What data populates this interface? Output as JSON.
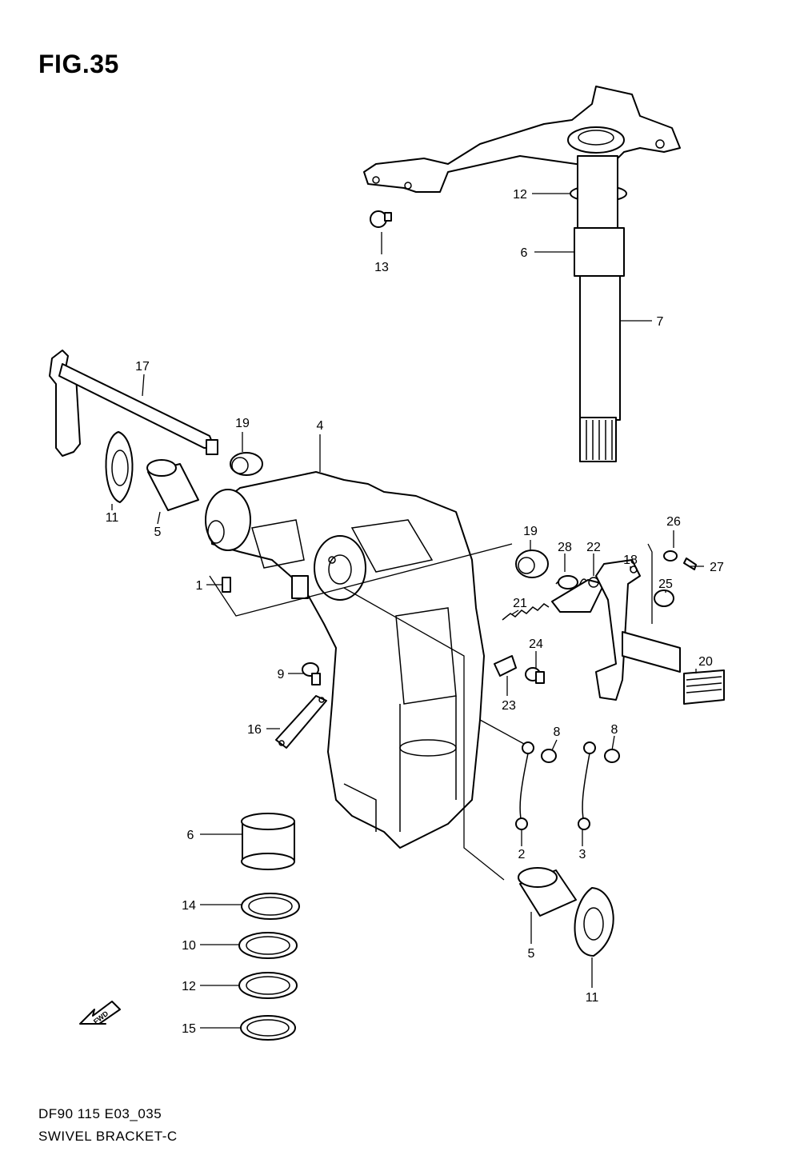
{
  "figure": {
    "title": "FIG.35"
  },
  "footer": {
    "code": "DF90 115 E03_035",
    "name": "SWIVEL BRACKET-C"
  },
  "fwd_label": "FWD",
  "callouts": [
    {
      "id": "c12a",
      "text": "12"
    },
    {
      "id": "c13",
      "text": "13"
    },
    {
      "id": "c6a",
      "text": "6"
    },
    {
      "id": "c7",
      "text": "7"
    },
    {
      "id": "c17",
      "text": "17"
    },
    {
      "id": "c19a",
      "text": "19"
    },
    {
      "id": "c4",
      "text": "4"
    },
    {
      "id": "c11a",
      "text": "11"
    },
    {
      "id": "c5a",
      "text": "5"
    },
    {
      "id": "c1",
      "text": "1"
    },
    {
      "id": "c9",
      "text": "9"
    },
    {
      "id": "c16",
      "text": "16"
    },
    {
      "id": "c19b",
      "text": "19"
    },
    {
      "id": "c28",
      "text": "28"
    },
    {
      "id": "c22",
      "text": "22"
    },
    {
      "id": "c18",
      "text": "18"
    },
    {
      "id": "c26",
      "text": "26"
    },
    {
      "id": "c27",
      "text": "27"
    },
    {
      "id": "c25",
      "text": "25"
    },
    {
      "id": "c21",
      "text": "21"
    },
    {
      "id": "c24",
      "text": "24"
    },
    {
      "id": "c23",
      "text": "23"
    },
    {
      "id": "c20",
      "text": "20"
    },
    {
      "id": "c8a",
      "text": "8"
    },
    {
      "id": "c8b",
      "text": "8"
    },
    {
      "id": "c2",
      "text": "2"
    },
    {
      "id": "c3",
      "text": "3"
    },
    {
      "id": "c6b",
      "text": "6"
    },
    {
      "id": "c14",
      "text": "14"
    },
    {
      "id": "c10",
      "text": "10"
    },
    {
      "id": "c12b",
      "text": "12"
    },
    {
      "id": "c15",
      "text": "15"
    },
    {
      "id": "c5b",
      "text": "5"
    },
    {
      "id": "c11b",
      "text": "11"
    }
  ]
}
